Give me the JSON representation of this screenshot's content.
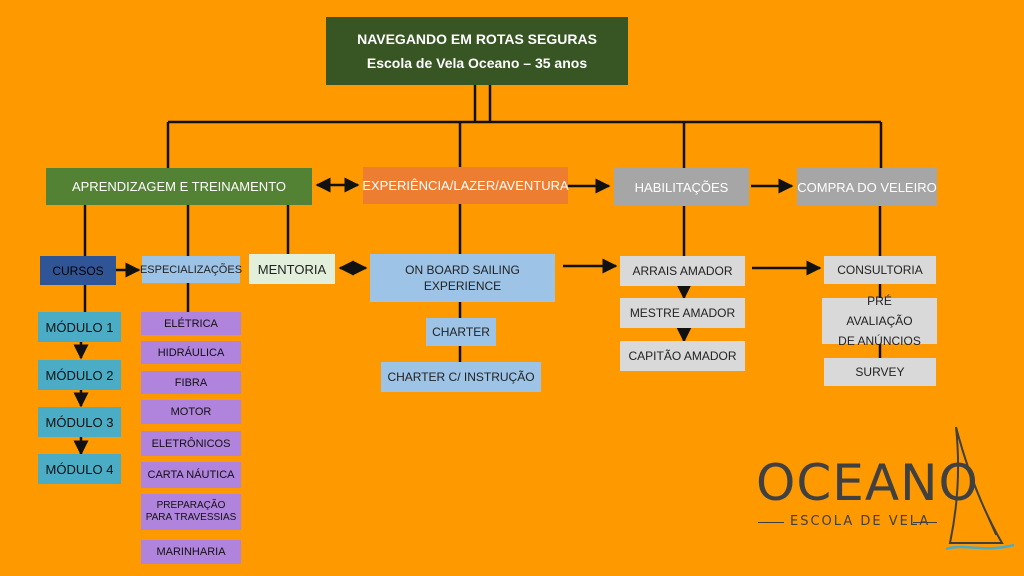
{
  "title": {
    "line1": "NAVEGANDO EM ROTAS SEGURAS",
    "line2": "Escola de Vela Oceano – 35 anos"
  },
  "level1": {
    "aprendizagem": "APRENDIZAGEM E TREINAMENTO",
    "experiencia": "EXPERIÊNCIA/LAZER/AVENTURA",
    "habilitacoes": "HABILITAÇÕES",
    "compra": "COMPRA DO VELEIRO"
  },
  "aprendizagem_children": {
    "cursos": "CURSOS",
    "especializacoes": "ESPECIALIZAÇÕES",
    "mentoria": "MENTORIA"
  },
  "modulos": [
    "MÓDULO 1",
    "MÓDULO 2",
    "MÓDULO 3",
    "MÓDULO 4"
  ],
  "especializacoes_items": [
    "ELÉTRICA",
    "HIDRÁULICA",
    "FIBRA",
    "MOTOR",
    "ELETRÔNICOS",
    "CARTA NÁUTICA",
    "PREPARAÇÃO PARA TRAVESSIAS",
    "MARINHARIA"
  ],
  "experiencia_children": {
    "onboard": "ON BOARD SAILING EXPERIENCE",
    "charter": "CHARTER",
    "charter_instrucao": "CHARTER C/ INSTRUÇÃO"
  },
  "habilitacoes_children": [
    "ARRAIS AMADOR",
    "MESTRE AMADOR",
    "CAPITÃO AMADOR"
  ],
  "compra_children": {
    "consultoria": "CONSULTORIA",
    "pre_avaliacao": "PRÉ AVALIAÇÃO DE ANÚNCIOS",
    "survey": "SURVEY"
  },
  "logo": {
    "name": "OCEANO",
    "tagline": "ESCOLA DE VELA"
  },
  "colors": {
    "background": "#FF9900",
    "title": "#375623",
    "green": "#548235",
    "orange": "#ED7D31",
    "gray": "#A6A6A6",
    "darkblue": "#2F5597",
    "lightblue": "#9DC3E6",
    "cream": "#E2EFDA",
    "teal": "#4BACC6",
    "purple": "#B083DC",
    "lightgray": "#D9D9D9"
  }
}
